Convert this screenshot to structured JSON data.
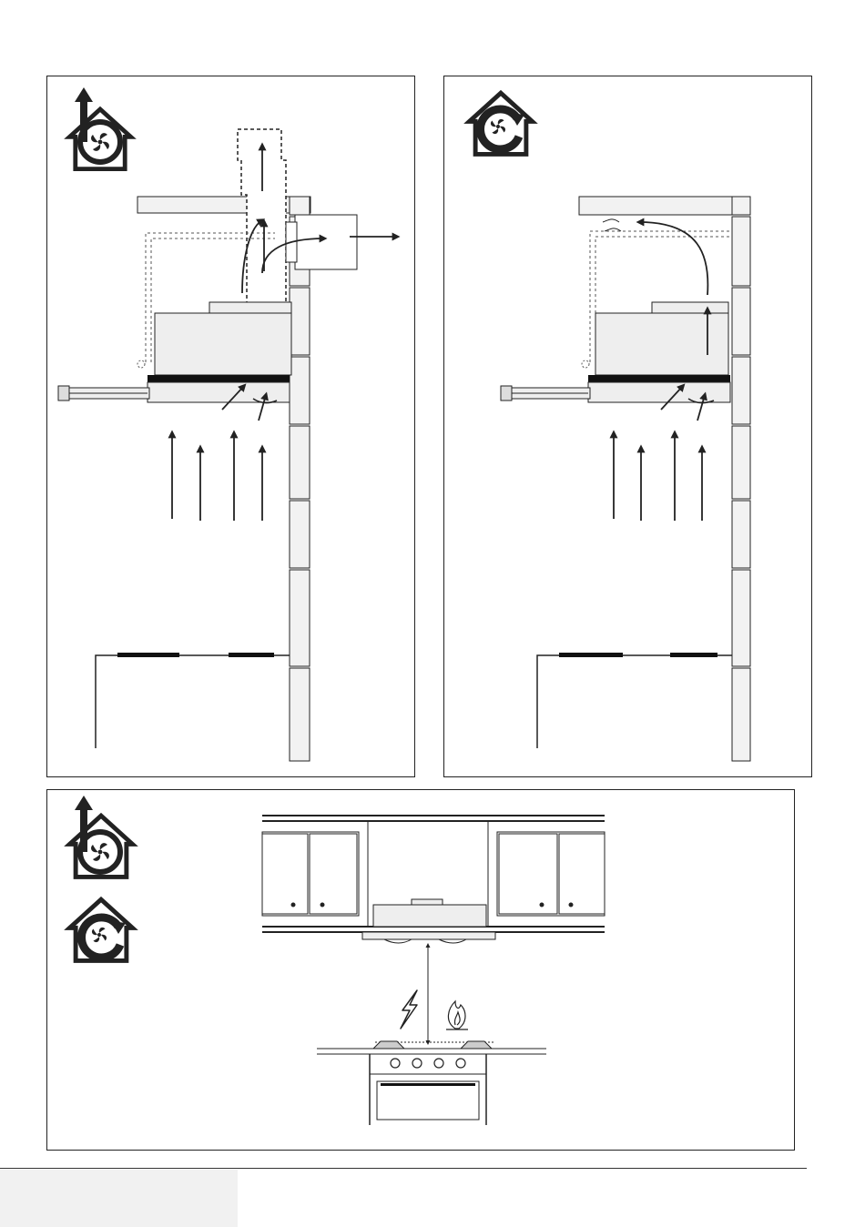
{
  "figure": {
    "panels": [
      {
        "id": "ducted",
        "mode_icon": "ducted-extraction-icon"
      },
      {
        "id": "recirculation",
        "mode_icon": "recirculation-icon"
      },
      {
        "id": "installation-height",
        "mode_icons": [
          "ducted-extraction-icon",
          "recirculation-icon"
        ],
        "hazard_icons": [
          "electric-hob-icon",
          "gas-hob-icon"
        ]
      }
    ],
    "colors": {
      "line": "#222222",
      "hood_fill": "#eeeeee",
      "wall_fill": "#f2f2f2",
      "footer_tab": "#f1f1f1"
    }
  }
}
